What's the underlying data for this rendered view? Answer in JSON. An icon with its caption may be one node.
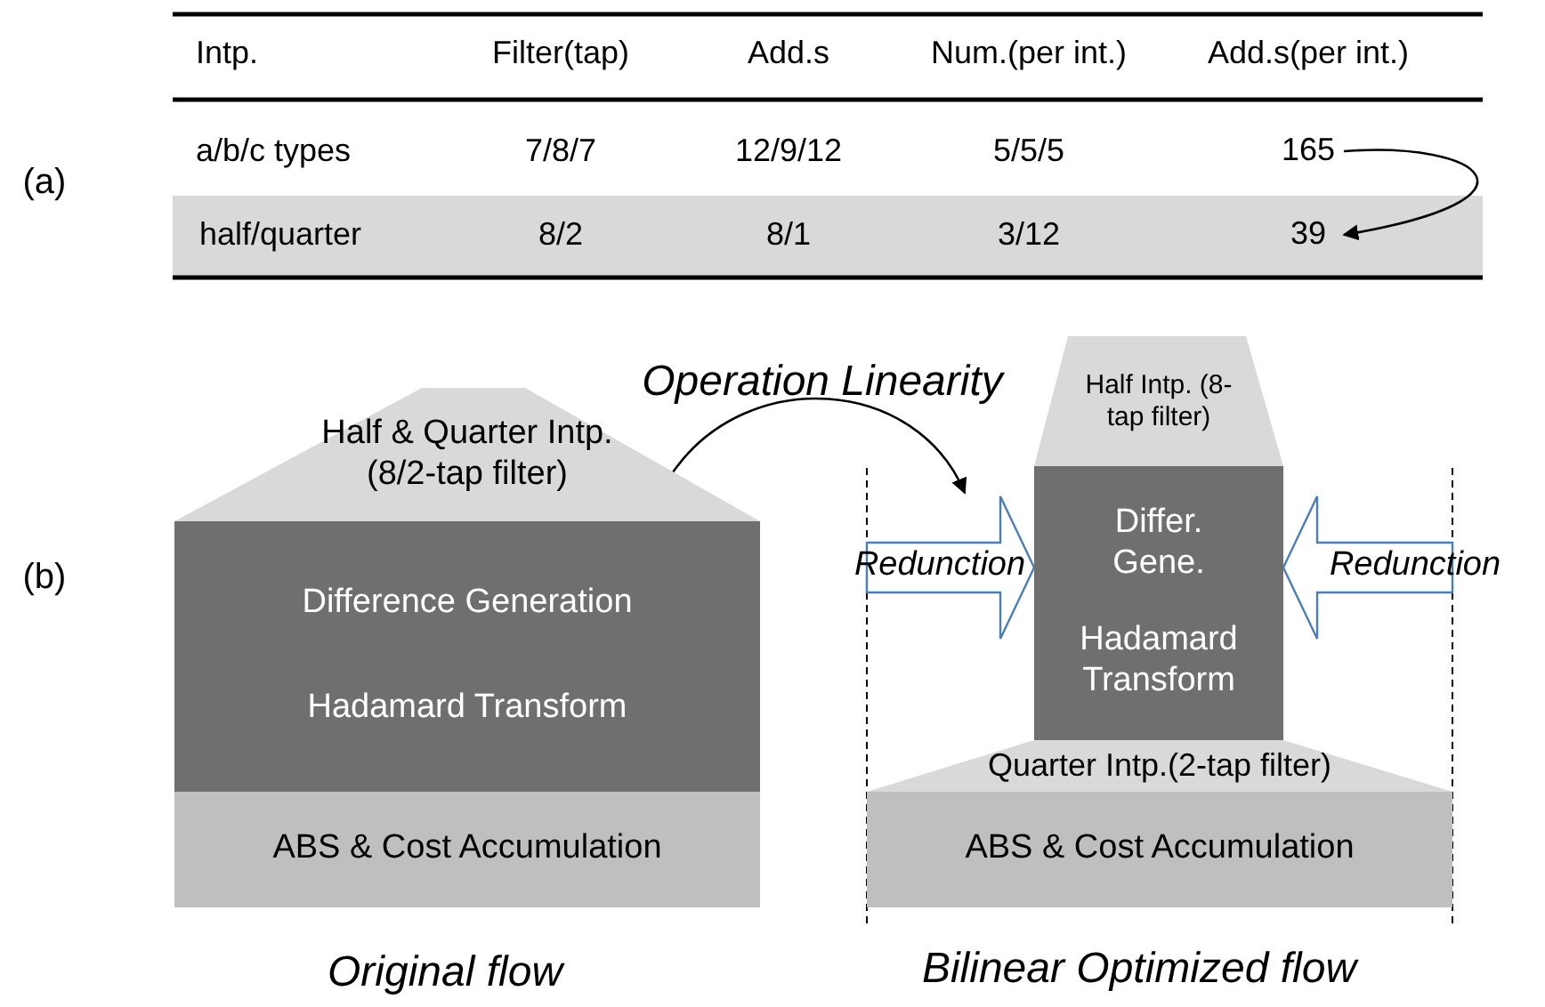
{
  "diagram": {
    "nodes": [
      {
        "text": [
          "Half & Quarter Intp.(8/2-tap filter)"
        ]
      },
      {
        "text": [
          "Difference Generation",
          "Hadamard Transform"
        ]
      },
      {
        "text": [
          "ABS & Cost Accumulation"
        ]
      },
      {
        "text": [
          "Half Intp. (8-tap filter)"
        ]
      },
      {
        "text": [
          "Differ. Gene.",
          "Hadamard Transform"
        ]
      },
      {
        "text": [
          "Quarter Intp.(2-tap filter)"
        ]
      },
      {
        "text": [
          "ABS & Cost Accumulation"
        ]
      },
      {
        "text": [
          "165"
        ]
      },
      {
        "text": [
          "39"
        ]
      }
    ],
    "edges": [
      {
        "from": 7,
        "to": 8,
        "arrow": "to"
      },
      {
        "from": 0,
        "to": null,
        "arrow": "to",
        "label": "Operation Linearity"
      },
      {
        "from": null,
        "to": 4,
        "arrow": "to",
        "label": "Redunction"
      },
      {
        "from": null,
        "to": 4,
        "arrow": "to",
        "label": "Redunction"
      }
    ],
    "labels": [
      "(a)",
      "Intp.",
      "Filter(tap)",
      "Add.s",
      "Num.(per int.)",
      "Add.s(per int.)",
      "a/b/c types",
      "7/8/7",
      "12/9/12",
      "5/5/5",
      "half/quarter",
      "8/2",
      "8/1",
      "3/12",
      "(b)",
      "Original flow",
      "Bilinear Optimized flow"
    ]
  }
}
